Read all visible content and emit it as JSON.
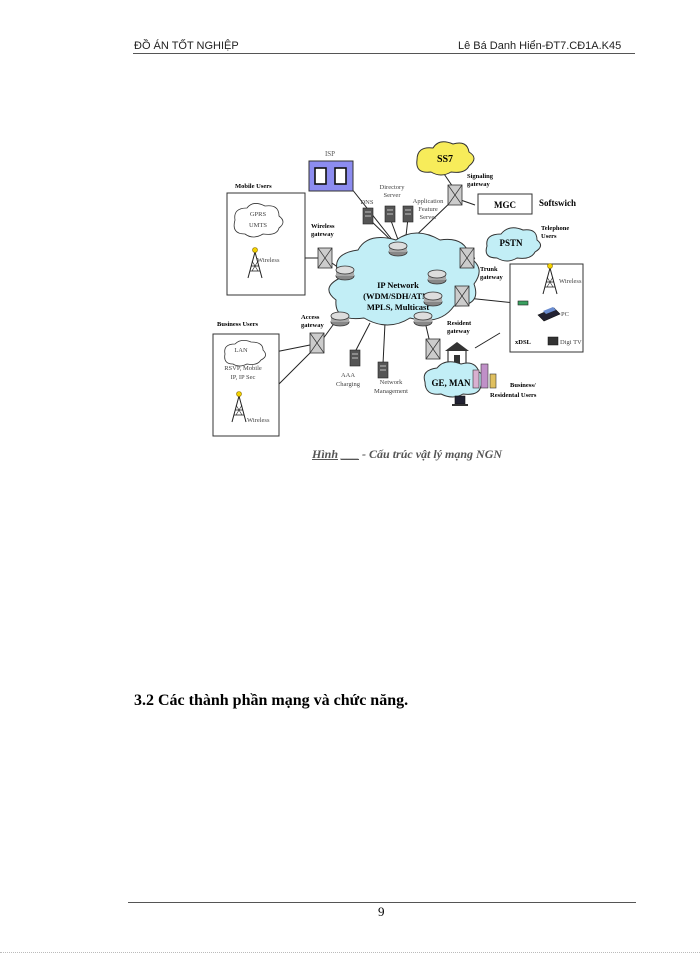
{
  "header": {
    "left": "ĐỒ ÁN TỐT NGHIỆP",
    "right": "Lê Bá Danh Hiển-ĐT7.CĐ1A.K45"
  },
  "figure": {
    "labels": {
      "isp": "ISP",
      "ss7": "SS7",
      "signaling_gateway_1": "Signaling",
      "signaling_gateway_2": "gateway",
      "mgc": "MGC",
      "softswitch": "Softswich",
      "directory_server_1": "Directory",
      "directory_server_2": "Server",
      "dns": "DNS",
      "app_server_1": "Application",
      "app_server_2": "Feature",
      "app_server_3": "Server",
      "mobile_users": "Mobile Users",
      "gprs": "GPRS",
      "umts": "UMTS",
      "wireless": "Wireless",
      "wireless_gateway_1": "Wireless",
      "wireless_gateway_2": "gateway",
      "pstn": "PSTN",
      "telephone_users_1": "Telephone",
      "telephone_users_2": "Users",
      "trunk_gateway_1": "Trunk",
      "trunk_gateway_2": "gateway",
      "ip_network_1": "IP Network",
      "ip_network_2": "(WDM/SDH/ATM)",
      "ip_network_3": "MPLS, Multicast",
      "access_gateway_1": "Access",
      "access_gateway_2": "gateway",
      "business_users": "Business Users",
      "lan": "LAN",
      "rsvp_1": "RSVP, Mobile",
      "rsvp_2": "IP, IP Sec",
      "resident_gateway_1": "Resident",
      "resident_gateway_2": "gateway",
      "pc": "PC",
      "xdsl": "xDSL",
      "digi_tv": "Digi TV",
      "aaa_1": "AAA",
      "aaa_2": "Charging",
      "nm_1": "Network",
      "nm_2": "Management",
      "ge_man": "GE, MAN",
      "business_res_1": "Business/",
      "business_res_2": "Residental Users"
    }
  },
  "caption": {
    "prefix": "Hình",
    "blank": "___",
    "text": " - Cấu trúc vật lý mạng NGN"
  },
  "section_title": "3.2 Các thành phần mạng và chức năng.",
  "page_number": "9"
}
